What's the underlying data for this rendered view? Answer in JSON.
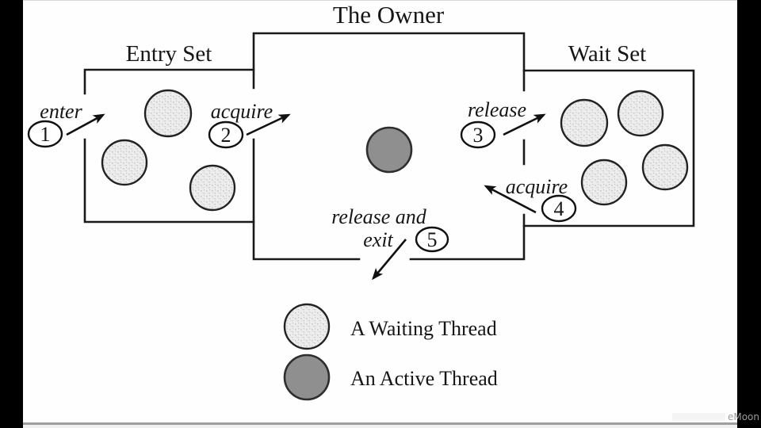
{
  "diagram": {
    "title": "The Owner",
    "entry_set_label": "Entry Set",
    "wait_set_label": "Wait Set",
    "transitions": [
      {
        "num": "1",
        "label": "enter"
      },
      {
        "num": "2",
        "label": "acquire"
      },
      {
        "num": "3",
        "label": "release"
      },
      {
        "num": "4",
        "label": "acquire"
      },
      {
        "num": "5",
        "label": "release and",
        "label2": "exit"
      }
    ],
    "legend": [
      {
        "swatch": "waiting",
        "label": "A Waiting Thread"
      },
      {
        "swatch": "active",
        "label": "An Active Thread"
      }
    ],
    "colors": {
      "waiting_thread": "#ededed",
      "waiting_dot": "#c7c7c7",
      "active_thread": "#8f8f8f",
      "outline": "#1a1a1a",
      "canvas": "#fefefe",
      "letterbox": "#000000",
      "bottom_strip": "#9e9e9e"
    }
  },
  "watermark_text": "eMoon"
}
